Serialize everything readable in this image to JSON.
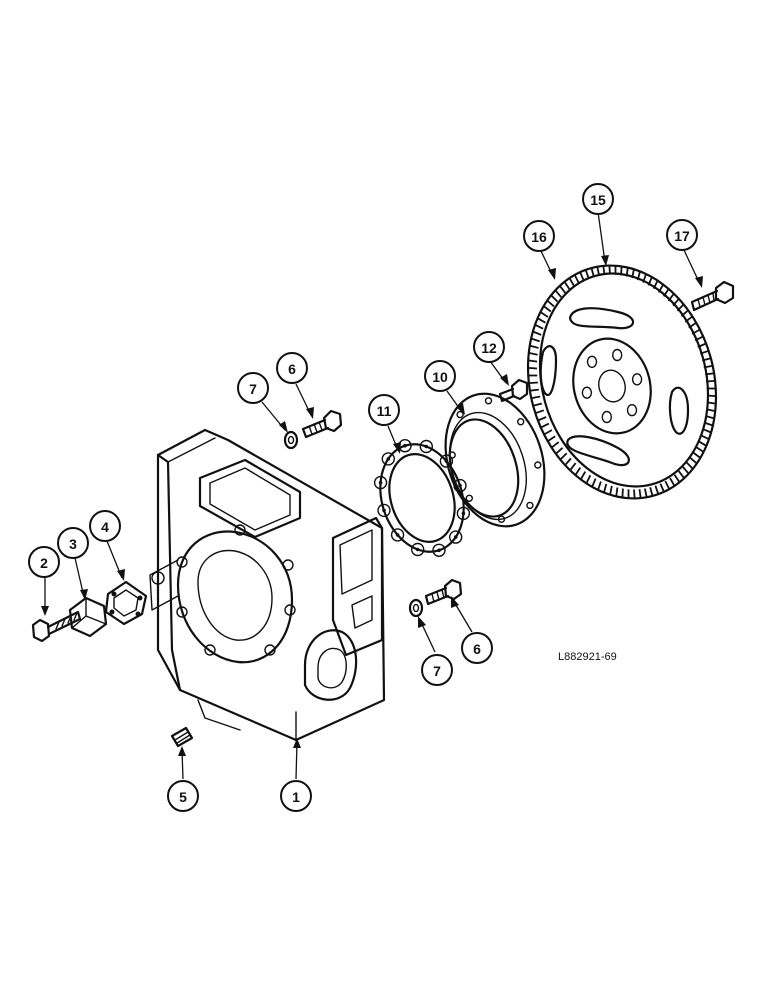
{
  "callouts": [
    {
      "id": "c1",
      "label": "1"
    },
    {
      "id": "c2",
      "label": "2"
    },
    {
      "id": "c3",
      "label": "3"
    },
    {
      "id": "c4",
      "label": "4"
    },
    {
      "id": "c5",
      "label": "5"
    },
    {
      "id": "c6a",
      "label": "6"
    },
    {
      "id": "c6b",
      "label": "6"
    },
    {
      "id": "c7a",
      "label": "7"
    },
    {
      "id": "c7b",
      "label": "7"
    },
    {
      "id": "c10",
      "label": "10"
    },
    {
      "id": "c11",
      "label": "11"
    },
    {
      "id": "c12",
      "label": "12"
    },
    {
      "id": "c15",
      "label": "15"
    },
    {
      "id": "c16",
      "label": "16"
    },
    {
      "id": "c17",
      "label": "17"
    }
  ],
  "reference_code": "L882921-69"
}
